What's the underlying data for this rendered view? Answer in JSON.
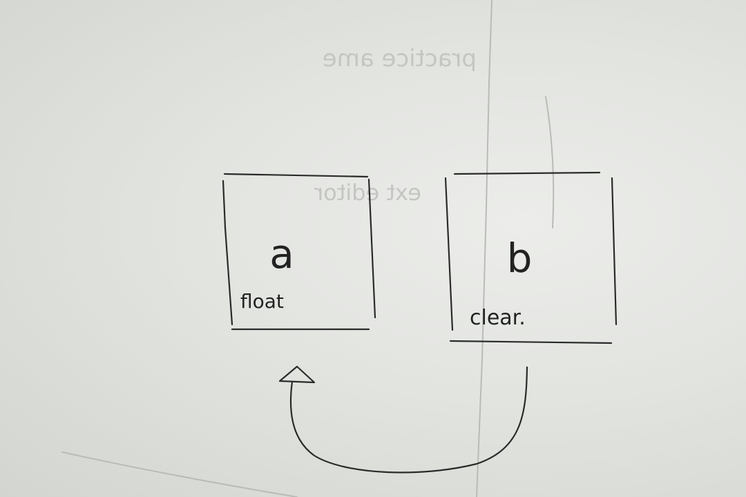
{
  "diagram": {
    "box_a": {
      "letter": "a",
      "label": "float"
    },
    "box_b": {
      "letter": "b",
      "label": "clear."
    },
    "show_through": {
      "text_1": "practice ame",
      "text_2": "ext editor"
    }
  },
  "colors": {
    "paper": "#e6e8e4",
    "ink": "#2a2a2a",
    "show_through": "#c4c6c2"
  }
}
